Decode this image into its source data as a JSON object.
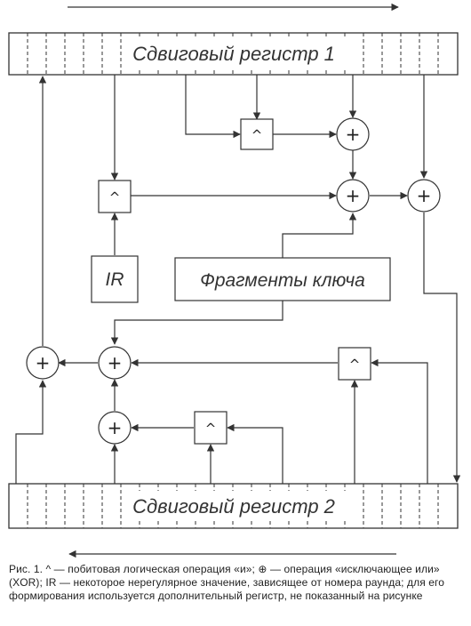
{
  "register_top": {
    "label": "Сдвиговый регистр 1"
  },
  "register_bottom": {
    "label": "Сдвиговый регистр 2"
  },
  "ir_box": {
    "label": "IR"
  },
  "key_box": {
    "label": "Фрагменты ключа"
  },
  "symbols": {
    "and": "^",
    "xor": "+"
  },
  "caption": "Рис. 1. ^ — побитовая логическая операция «и»; ⊕ — операция «исключающее или» (XOR); IR — некоторое нерегулярное значение, зависящее от номера раунда; для его формирования используется дополнительный регистр, не показанный на рисунке"
}
